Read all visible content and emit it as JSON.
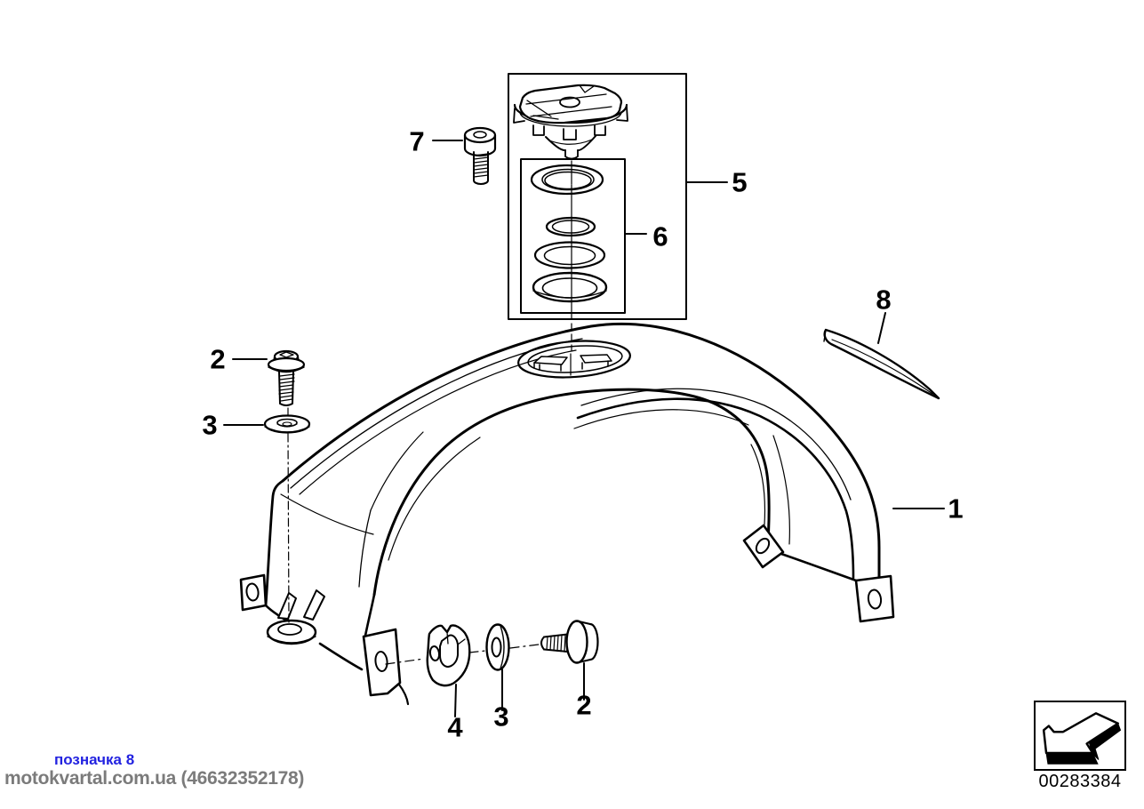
{
  "labels": {
    "c1": "1",
    "c2": "2",
    "c3": "3",
    "c4": "4",
    "c5": "5",
    "c6": "6",
    "c7": "7",
    "c8": "8",
    "c2b": "2",
    "c3b": "3"
  },
  "footer": {
    "marker_text": "позначка 8",
    "watermark_text": "motokvartal.com.ua (46632352178)"
  },
  "stamp": {
    "code": "00283384",
    "icon": "corner-arrow-icon"
  },
  "colors": {
    "line": "#000000",
    "background": "#ffffff",
    "marker_blue": "#2222e0",
    "watermark_gray": "#7b7b7b"
  }
}
